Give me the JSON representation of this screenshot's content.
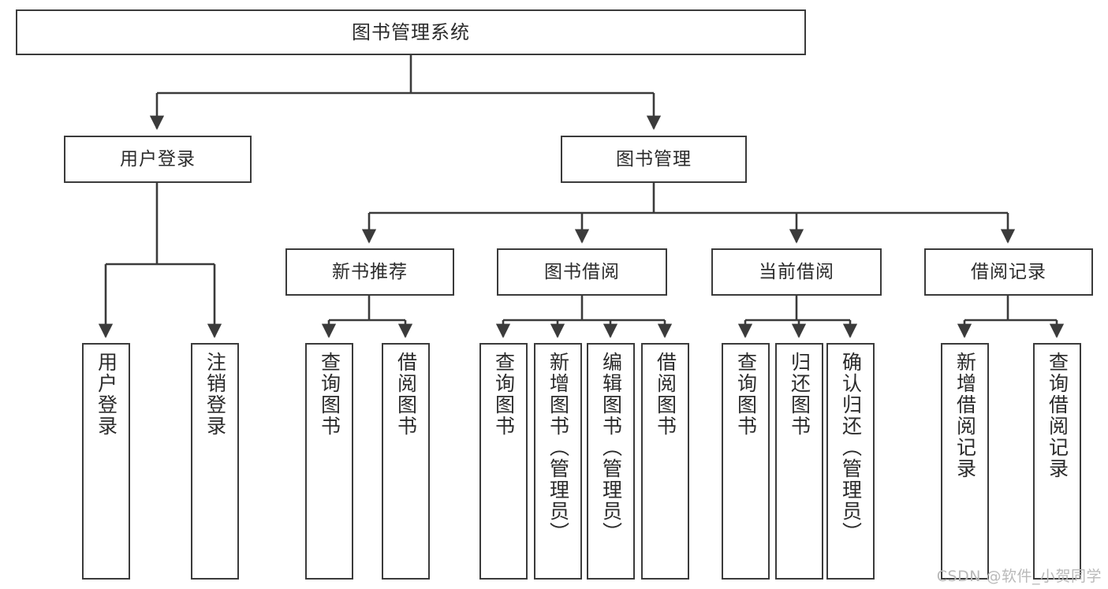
{
  "diagram": {
    "title": "图书管理系统",
    "watermark": "CSDN @软件_小贺同学",
    "root": {
      "label": "图书管理系统"
    },
    "level2": [
      {
        "label": "用户登录"
      },
      {
        "label": "图书管理"
      }
    ],
    "level3": [
      {
        "label": "新书推荐"
      },
      {
        "label": "图书借阅"
      },
      {
        "label": "当前借阅"
      },
      {
        "label": "借阅记录"
      }
    ],
    "leaves": {
      "user_login": [
        {
          "label": "用户登录"
        },
        {
          "label": "注销登录"
        }
      ],
      "new_book": [
        {
          "label": "查询图书"
        },
        {
          "label": "借阅图书"
        }
      ],
      "book_borrow": [
        {
          "label": "查询图书"
        },
        {
          "label": "新增图书（管理员）"
        },
        {
          "label": "编辑图书（管理员）"
        },
        {
          "label": "借阅图书"
        }
      ],
      "current_borrow": [
        {
          "label": "查询图书"
        },
        {
          "label": "归还图书"
        },
        {
          "label": "确认归还（管理员）"
        }
      ],
      "borrow_record": [
        {
          "label": "新增借阅记录"
        },
        {
          "label": "查询借阅记录"
        }
      ]
    },
    "colors": {
      "stroke": "#3b3b3b",
      "text": "#2b2b2b",
      "background": "#ffffff",
      "watermark": "#b9b9b9"
    }
  }
}
